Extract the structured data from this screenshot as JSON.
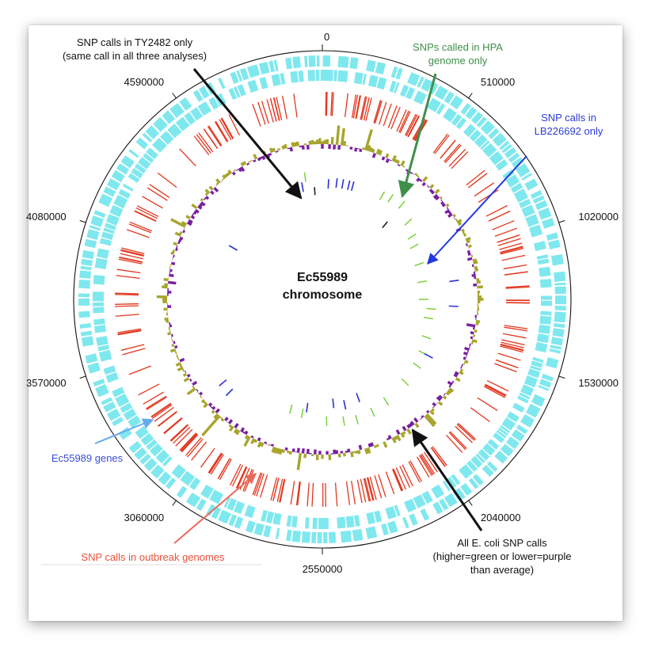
{
  "diagram": {
    "center_title": [
      "Ec55989",
      "chromosome"
    ],
    "ticks": [
      "510000",
      "1020000",
      "1530000",
      "2040000",
      "2550000",
      "3060000",
      "3570000",
      "4080000",
      "4590000"
    ],
    "origin_label": "0",
    "annotations": [
      {
        "id": "ty2482",
        "lines": [
          "SNP calls in TY2482 only",
          "(same call in all three analyses)"
        ],
        "color": "#111111"
      },
      {
        "id": "hpa",
        "lines": [
          "SNPs called in HPA",
          "genome only"
        ],
        "color": "#3f8f4a"
      },
      {
        "id": "lb226692",
        "lines": [
          "SNP calls in",
          "LB226692 only"
        ],
        "color": "#2b3bd6"
      },
      {
        "id": "genes",
        "lines": [
          "Ec55989 genes"
        ],
        "color": "#3b4bd8"
      },
      {
        "id": "outbreak",
        "lines": [
          "SNP calls in outbreak genomes"
        ],
        "color": "#e8503a"
      },
      {
        "id": "allsnp",
        "lines": [
          "All E. coli SNP calls",
          "(higher=green or lower=purple",
          "than average)"
        ],
        "color": "#111111"
      }
    ],
    "colors": {
      "genes": "#7fe8ee",
      "outbreak_snps": "#e2361e",
      "higher": "#a7a52c",
      "lower": "#7b1fa0",
      "hpa": "#7ccf3a",
      "lb226692": "#2a30d2",
      "ty2482": "#222222",
      "genes_arrow": "#6aa8ee",
      "outbreak_arrow": "#e8695a",
      "hpa_arrow": "#3f8f4a",
      "lb_arrow": "#2238e0"
    }
  }
}
